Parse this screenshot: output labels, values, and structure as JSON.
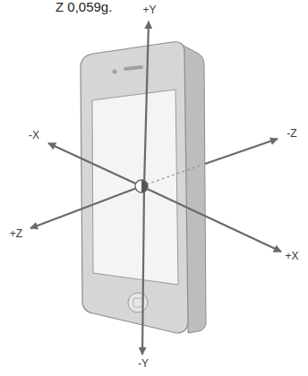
{
  "diagram": {
    "labels": [
      "Z 0,059g.",
      "+Y",
      "-X",
      "-Z",
      "+Z",
      "+X",
      "-Y"
    ]
  }
}
